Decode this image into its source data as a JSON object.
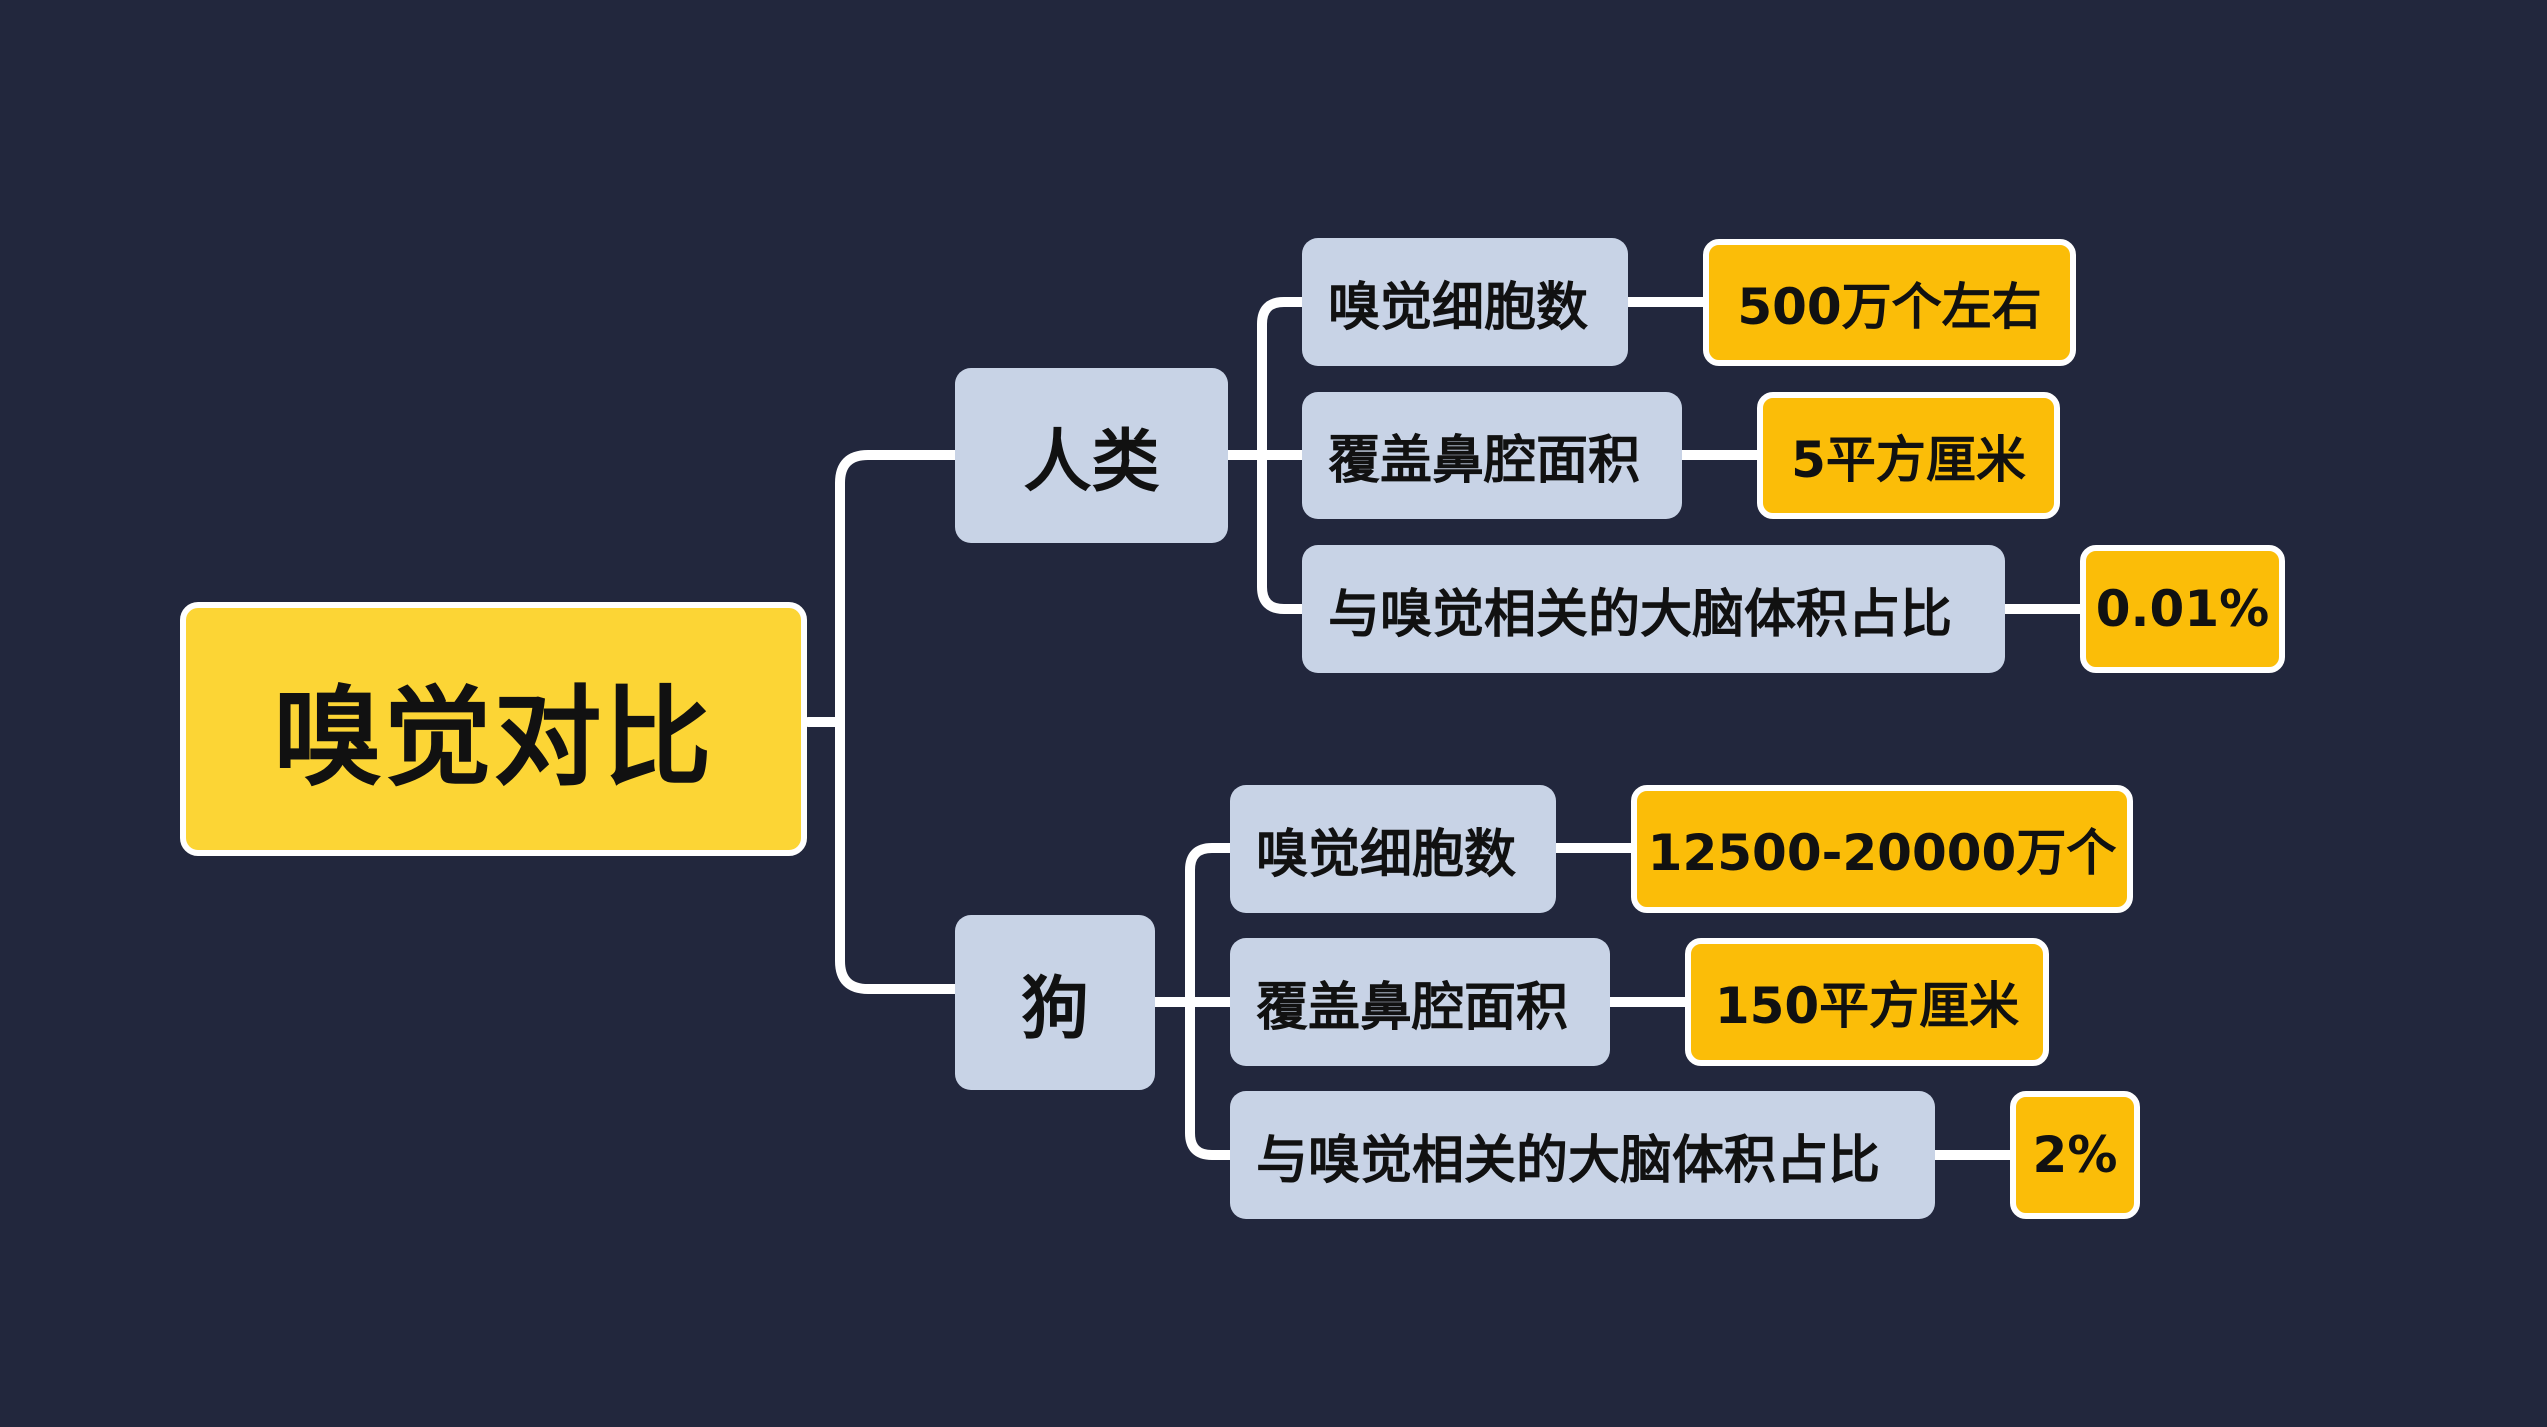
{
  "colors": {
    "background": "#22273d",
    "root_fill": "#fcd535",
    "node_fill": "#c8d3e6",
    "value_fill": "#fbbd08",
    "connector": "#ffffff"
  },
  "root": {
    "label": "嗅觉对比"
  },
  "branches": [
    {
      "label": "人类",
      "items": [
        {
          "topic": "嗅觉细胞数",
          "value": "500万个左右"
        },
        {
          "topic": "覆盖鼻腔面积",
          "value": "5平方厘米"
        },
        {
          "topic": "与嗅觉相关的大脑体积占比",
          "value": "0.01%"
        }
      ]
    },
    {
      "label": "狗",
      "items": [
        {
          "topic": "嗅觉细胞数",
          "value": "12500-20000万个"
        },
        {
          "topic": "覆盖鼻腔面积",
          "value": "150平方厘米"
        },
        {
          "topic": "与嗅觉相关的大脑体积占比",
          "value": "2%"
        }
      ]
    }
  ]
}
